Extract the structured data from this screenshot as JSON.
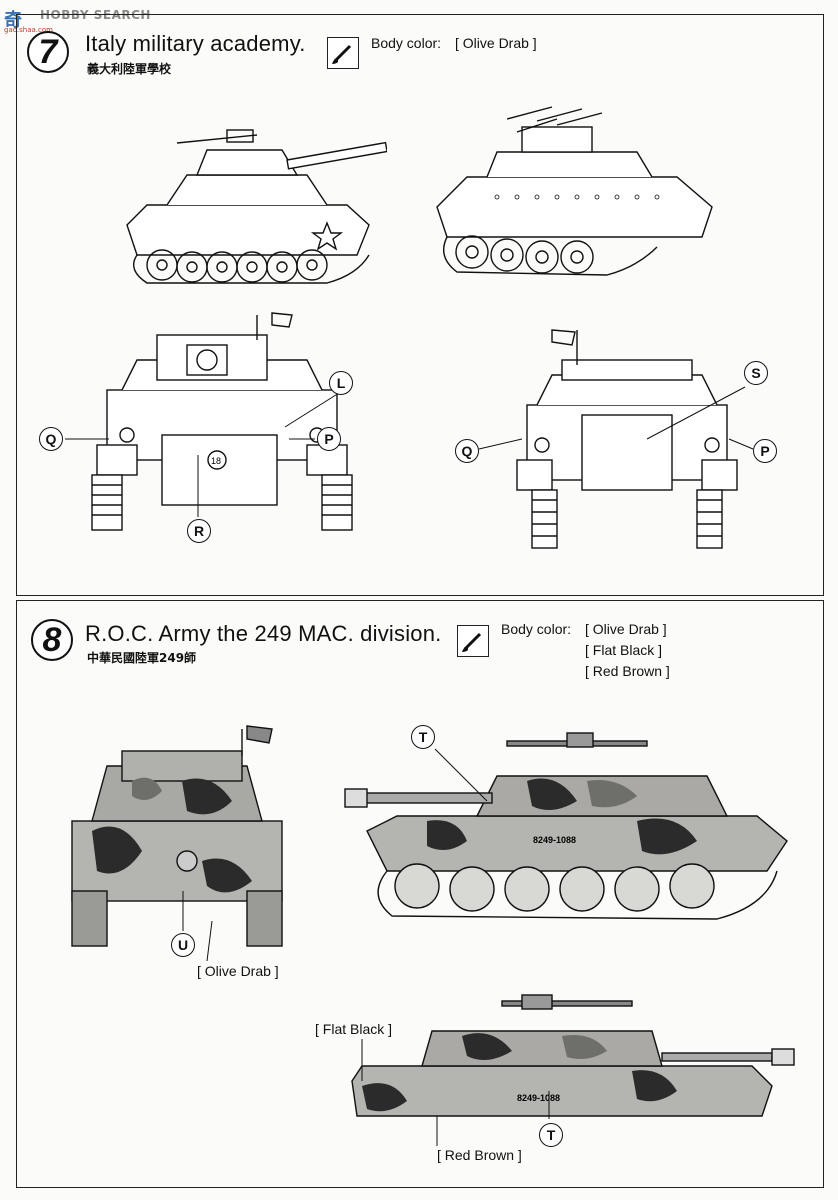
{
  "watermark": {
    "logo": "奇",
    "text": "HOBBY SEARCH",
    "url": "gao.shaa.com"
  },
  "section7": {
    "number": "7",
    "title": "Italy military academy.",
    "subtitle": "義大利陸軍學校",
    "body_color_label": "Body color:",
    "body_colors": [
      "[ Olive Drab ]"
    ],
    "callouts": {
      "L": "L",
      "Q_left": "Q",
      "P_left": "P",
      "R": "R",
      "S": "S",
      "Q_right": "Q",
      "P_right": "P"
    },
    "tank_front_marking": "18"
  },
  "section8": {
    "number": "8",
    "title": "R.O.C. Army the 249 MAC. division.",
    "subtitle": "中華民國陸軍249師",
    "body_color_label": "Body color:",
    "body_colors": [
      "[ Olive Drab ]",
      "[ Flat Black ]",
      "[ Red Brown ]"
    ],
    "callouts": {
      "T_top": "T",
      "U": "U",
      "T_bottom": "T"
    },
    "labels": {
      "olive_drab": "[ Olive Drab ]",
      "flat_black": "[ Flat Black ]",
      "red_brown": "[ Red Brown ]"
    },
    "hull_marking_side": "8249-1088",
    "hull_marking_top": "8249-1088"
  }
}
